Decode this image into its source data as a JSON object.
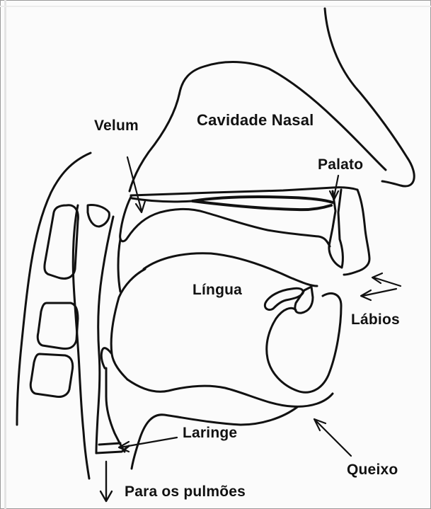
{
  "labels": {
    "cavidade_nasal": "Cavidade Nasal",
    "velum": "Velum",
    "palato": "Palato",
    "lingua": "Língua",
    "labios": "Lábios",
    "laringe": "Laringe",
    "queixo": "Queixo",
    "pulmoes": "Para os pulmões"
  },
  "colors": {
    "ink": "#111111",
    "paper": "#fbfbfb",
    "border": "#9a9a9a"
  }
}
